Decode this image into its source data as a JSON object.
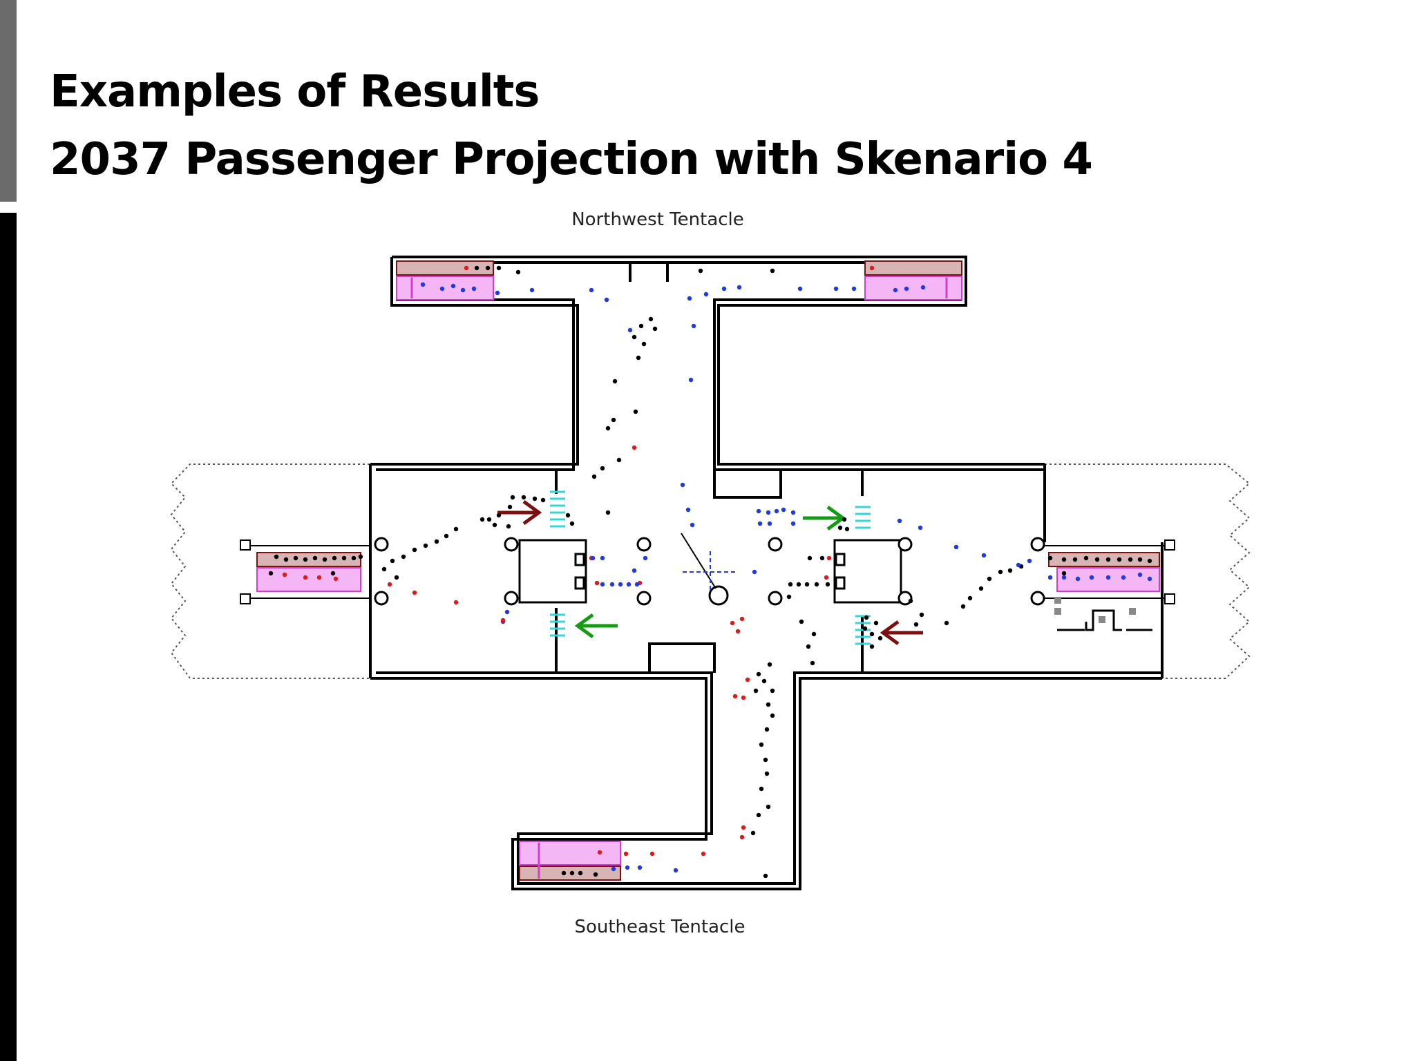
{
  "slide": {
    "title_line1": "Examples of Results",
    "title_line2": "2037 Passenger Projection with Skenario 4"
  },
  "diagram": {
    "top_label": "Northwest Tentacle",
    "bottom_label": "Southeast Tentacle",
    "colors": {
      "wall": "#000000",
      "gate_fill": "#f5b6f5",
      "gate_stroke": "#d23cd2",
      "gate_header": "#d8b4b4",
      "queue_marker": "#33d6d6",
      "arrow_dark_red": "#7a1010",
      "arrow_green": "#159a15",
      "agent_black": "#000000",
      "agent_red": "#e01a1a",
      "agent_blue": "#1f3ae0"
    },
    "agent_legend": [
      "black",
      "red",
      "blue"
    ],
    "arrows": [
      {
        "color": "dark-red",
        "direction": "right"
      },
      {
        "color": "green",
        "direction": "right"
      },
      {
        "color": "green",
        "direction": "left"
      },
      {
        "color": "dark-red",
        "direction": "left"
      }
    ]
  }
}
